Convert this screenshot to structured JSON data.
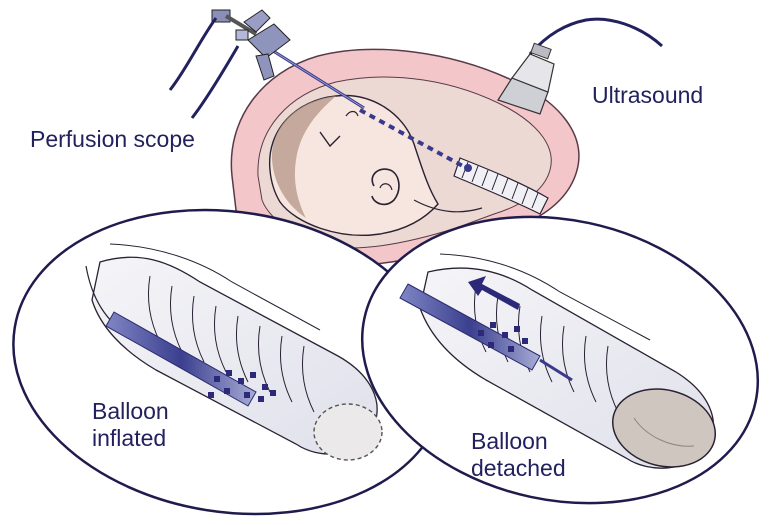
{
  "labels": {
    "ultrasound": "Ultrasound",
    "perfusion_scope": "Perfusion scope",
    "balloon_inflated": [
      "Balloon",
      "inflated"
    ],
    "balloon_detached": [
      "Balloon",
      "detached"
    ]
  },
  "colors": {
    "label_text": "#22215e",
    "scope_blue": "#3a3a8c",
    "skin": "#f2dcd0",
    "uterus_wall": "#f3c7c9",
    "outline": "#1f1b4d",
    "balloon_fill": "#cfc6c0"
  }
}
